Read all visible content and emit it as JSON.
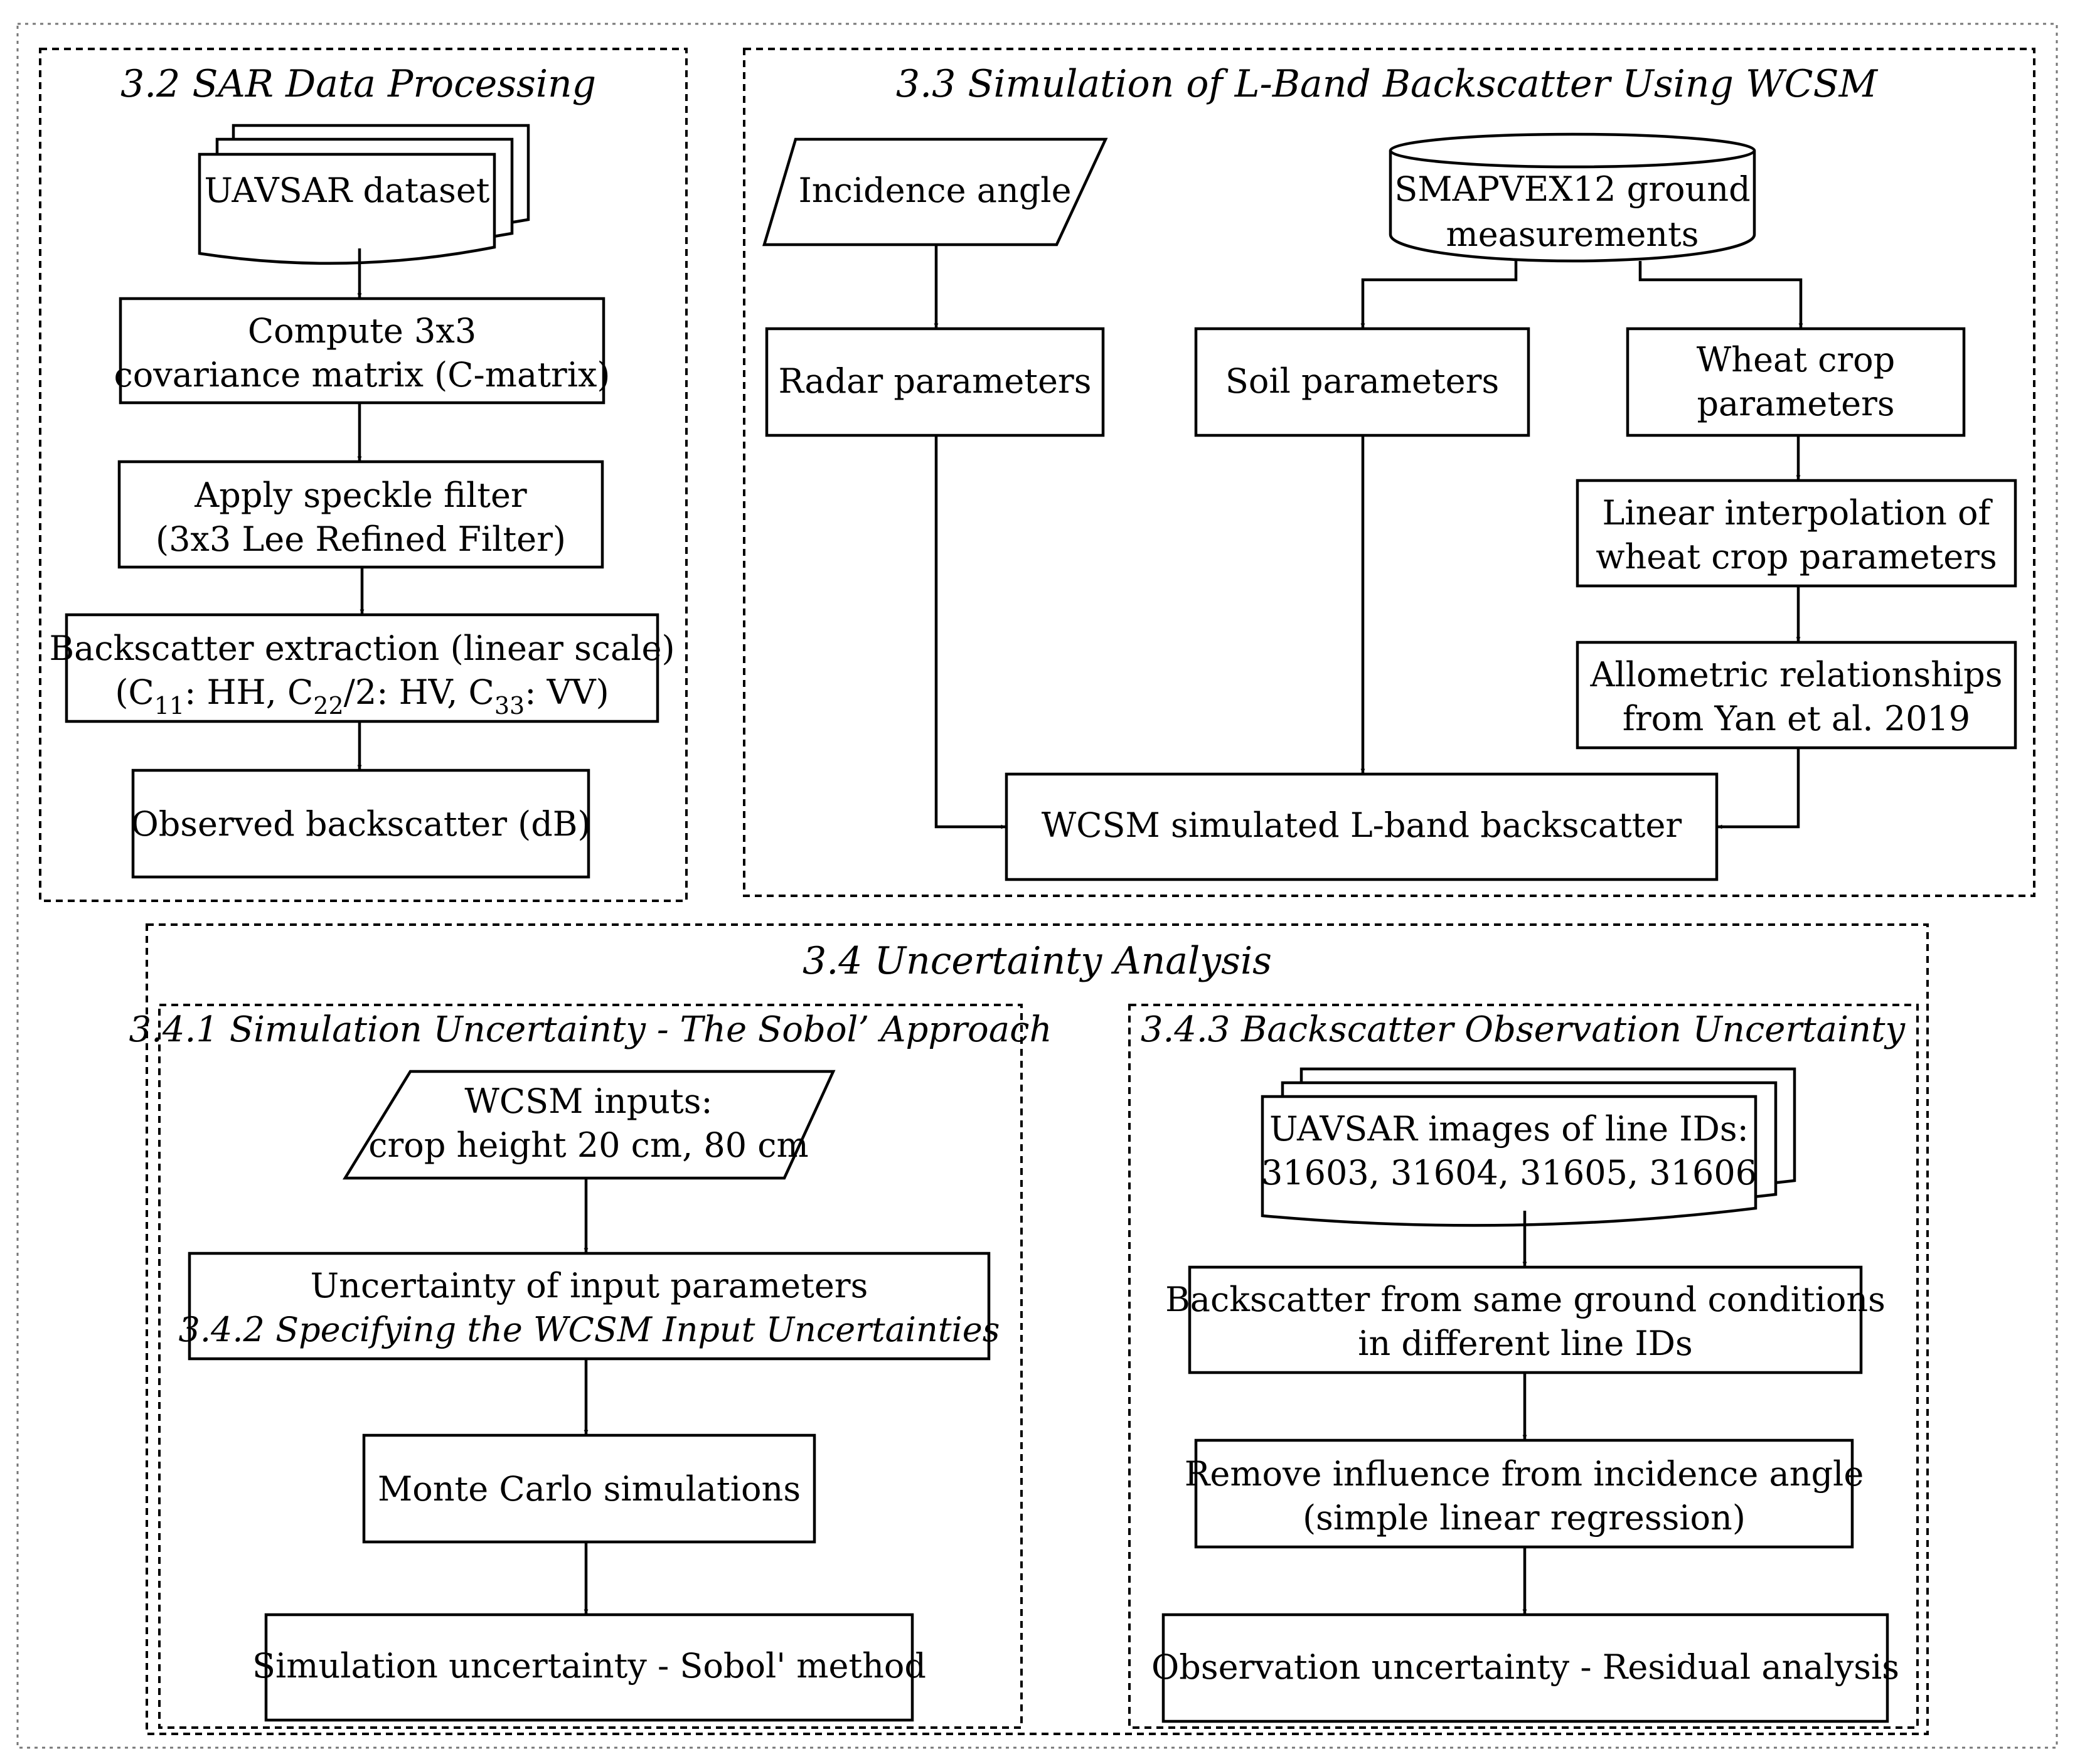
{
  "sections": {
    "sar": {
      "title": "3.2 SAR Data Processing"
    },
    "wcsm": {
      "title": "3.3 Simulation of L-Band Backscatter Using WCSM"
    },
    "uncertainty": {
      "title": "3.4 Uncertainty Analysis",
      "sobol": {
        "title": "3.4.1 Simulation Uncertainty - The Sobol’ Approach"
      },
      "observation": {
        "title": "3.4.3 Backscatter Observation Uncertainty"
      }
    }
  },
  "nodes": {
    "uavsar_dataset": "UAVSAR dataset",
    "compute_cov_1": "Compute 3x3",
    "compute_cov_2": "covariance matrix (C-matrix)",
    "speckle_1": "Apply speckle filter",
    "speckle_2": "(3x3 Lee Refined Filter)",
    "extraction_1": "Backscatter extraction (linear scale)",
    "extraction_2": {
      "p1": "(C",
      "s1": "11",
      "p2": ": HH, C",
      "s2": "22",
      "p3": "/2: HV, C",
      "s3": "33",
      "p4": ": VV)"
    },
    "observed": "Observed backscatter (dB)",
    "incidence_angle": "Incidence angle",
    "smapvex_1": "SMAPVEX12 ground",
    "smapvex_2": "measurements",
    "radar_params": "Radar parameters",
    "soil_params": "Soil parameters",
    "wheat_1": "Wheat crop",
    "wheat_2": "parameters",
    "interp_1": "Linear interpolation of",
    "interp_2": "wheat crop parameters",
    "allometric_1": "Allometric relationships",
    "allometric_2": "from Yan et al. 2019",
    "wcsm_sim": "WCSM simulated L-band backscatter",
    "wcsm_inputs_1": "WCSM inputs:",
    "wcsm_inputs_2": "crop height 20 cm, 80 cm",
    "unc_input_1": "Uncertainty of input parameters",
    "unc_input_2": "3.4.2 Specifying the WCSM Input Uncertainties",
    "monte_carlo": "Monte Carlo simulations",
    "sim_unc": "Simulation uncertainty - Sobol' method",
    "line_ids_1": "UAVSAR images of line IDs:",
    "line_ids_2": "31603, 31604, 31605, 31606",
    "same_ground_1": "Backscatter from same ground conditions",
    "same_ground_2": "in different line IDs",
    "remove_inc_1": "Remove influence from incidence angle",
    "remove_inc_2": "(simple linear regression)",
    "obs_unc": "Observation uncertainty - Residual analysis"
  }
}
